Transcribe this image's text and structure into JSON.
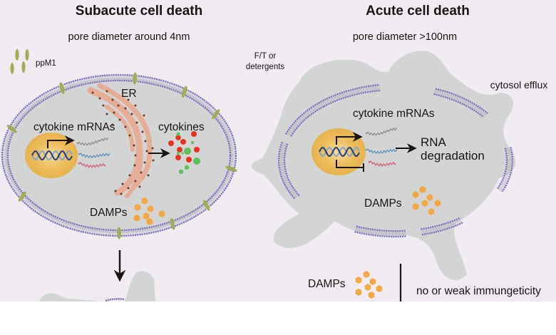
{
  "colors": {
    "background": "#efebf1",
    "cytoplasm": "#d3d5d4",
    "membrane_head": "#7b6cc0",
    "membrane_tail": "#a9a5b8",
    "pore_protein": "#9fae52",
    "nucleus": "#e8b34f",
    "dna_dark": "#1d3f8a",
    "dna_light": "#7fa6d6",
    "er": "#e6ad96",
    "ribosome": "#6b3a26",
    "cytokine_red": "#e8321d",
    "cytokine_green": "#5bc35a",
    "damps": "#f3a843",
    "mrna_gray": "#8c8c8c",
    "mrna_blue": "#5b93bd",
    "mrna_pink": "#d2607a",
    "arrow": "#1a1414"
  },
  "left": {
    "title": "Subacute cell death",
    "subtitle": "pore diameter around 4nm",
    "ppm1_label": "ppM1",
    "er_label": "ER",
    "mrna_label": "cytokine mRNAs",
    "cytokines_label": "cytokines",
    "damps_label": "DAMPs"
  },
  "right": {
    "title": "Acute cell death",
    "subtitle": "pore diameter >100nm",
    "trigger_label_line1": "F/T or",
    "trigger_label_line2": "detergents",
    "efflux_label": "cytosol efflux",
    "mrna_label": "cytokine mRNAs",
    "rna_deg_line1": "RNA",
    "rna_deg_line2": "degradation",
    "damps_label": "DAMPs",
    "bottom_damps_label": "DAMPs",
    "outcome_label": "no or weak immungeticity"
  }
}
